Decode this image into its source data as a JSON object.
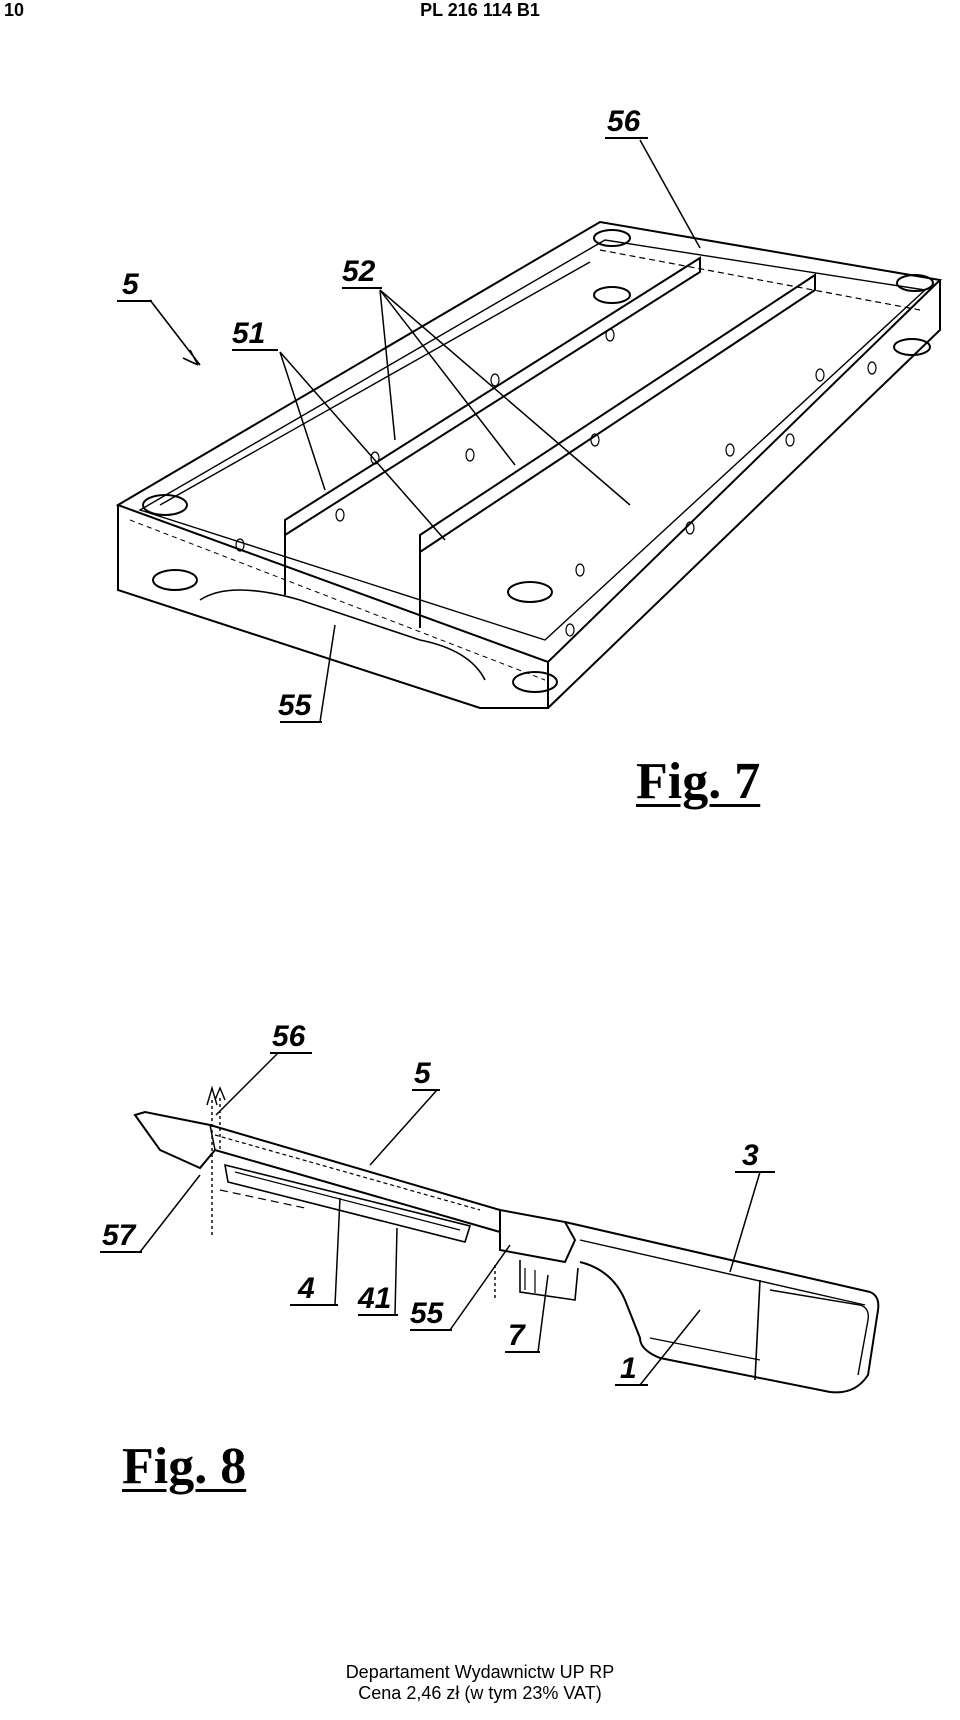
{
  "header": {
    "page_number": "10",
    "patent_number": "PL 216 114 B1"
  },
  "figure7": {
    "label": "Fig. 7",
    "refs": {
      "r5": "5",
      "r51": "51",
      "r52": "52",
      "r55": "55",
      "r56": "56"
    }
  },
  "figure8": {
    "label": "Fig. 8",
    "refs": {
      "r56": "56",
      "r5": "5",
      "r3": "3",
      "r57": "57",
      "r4": "4",
      "r41": "41",
      "r55": "55",
      "r7": "7",
      "r1": "1"
    }
  },
  "footer": {
    "line1": "Departament Wydawnictw UP RP",
    "line2": "Cena 2,46 zł (w tym 23% VAT)"
  }
}
